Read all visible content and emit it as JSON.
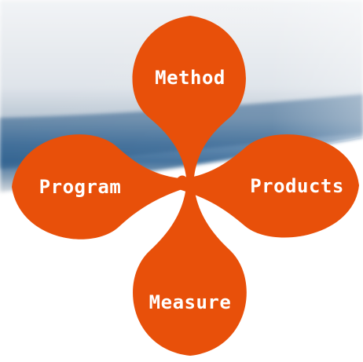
{
  "petals": {
    "top": "Method",
    "left": "Program",
    "right": "Products",
    "bottom": "Measure"
  },
  "colors": {
    "petal": "#e8500a",
    "label": "#ffffff",
    "backdrop_light": "#e4e8ec",
    "backdrop_blue": "#3f6f9b"
  }
}
